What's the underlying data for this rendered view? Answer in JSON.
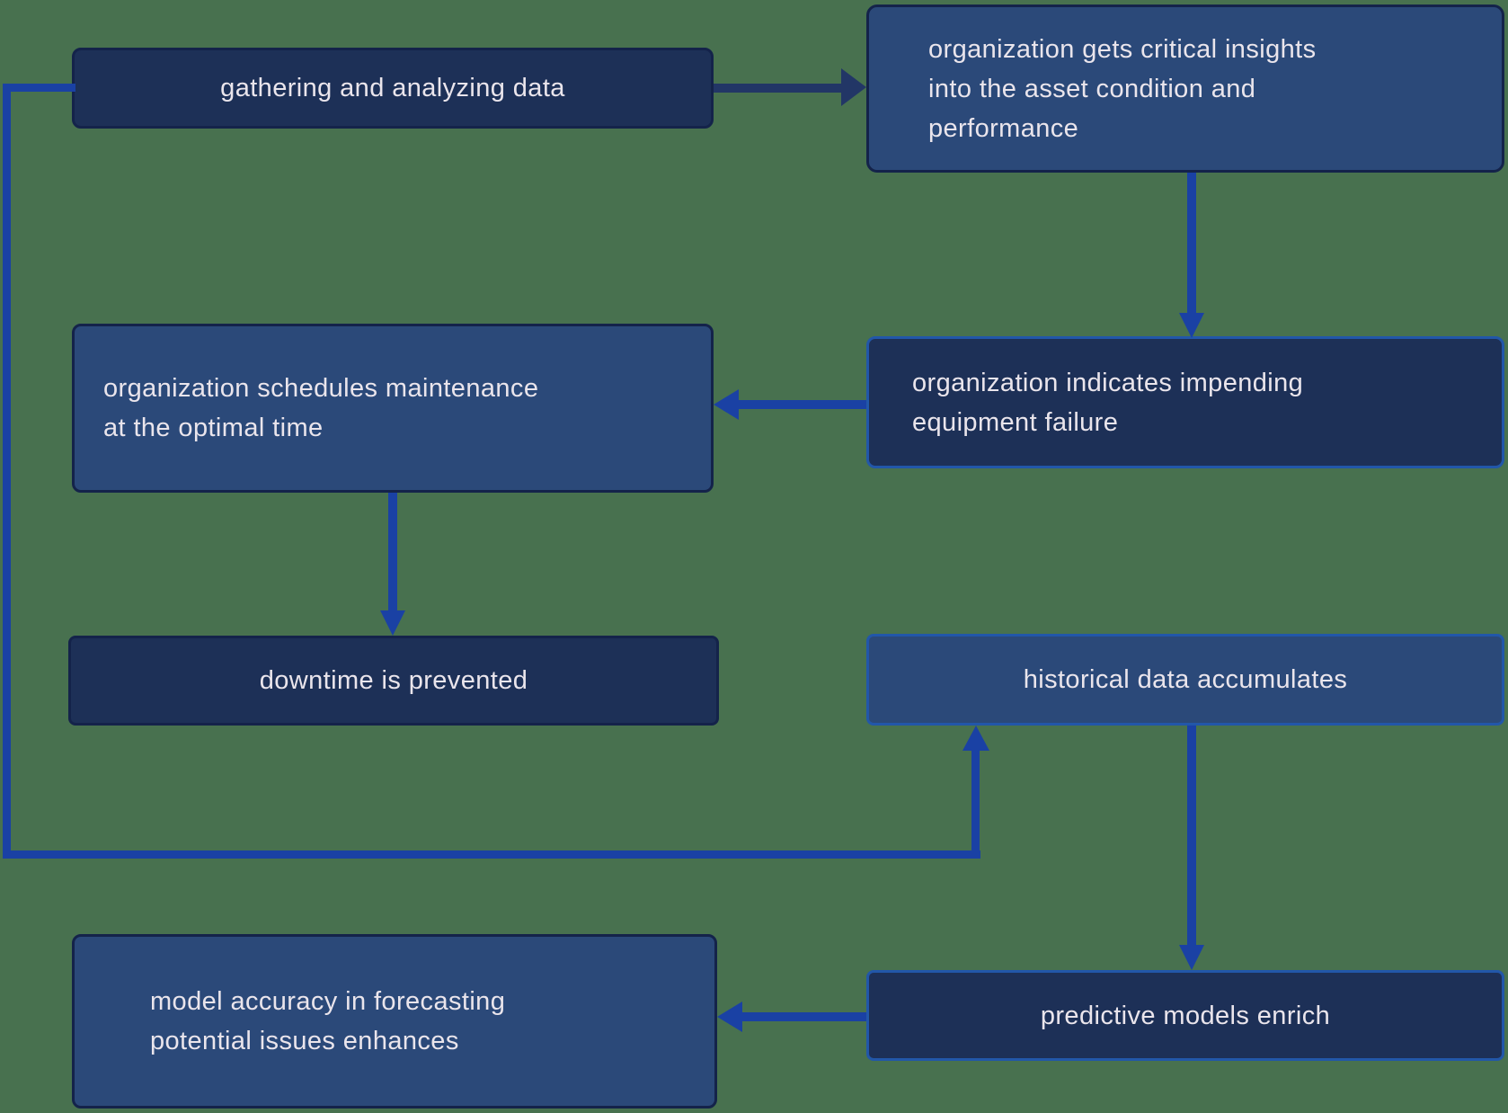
{
  "diagram": {
    "type": "flowchart",
    "background_color": "#48714f",
    "palette": {
      "node_fill_dark_navy": "#1d3057",
      "node_fill_medium_blue": "#2b4979",
      "node_border_dark_navy": "#14234a",
      "node_border_bright_blue": "#2257a9",
      "connector_bright_blue": "#1a41a4",
      "connector_dark_navy": "#223666",
      "text_color": "#eae5ec"
    },
    "nodes": [
      {
        "id": "gathering",
        "label": "gathering and analyzing data",
        "lines": [
          "gathering and analyzing data"
        ]
      },
      {
        "id": "insights",
        "label": "organization gets critical insights into the asset condition and performance",
        "lines": [
          "organization gets critical insights",
          "into the asset condition and",
          "performance"
        ]
      },
      {
        "id": "failure",
        "label": "organization indicates impending equipment failure",
        "lines": [
          "organization indicates impending",
          "equipment failure"
        ]
      },
      {
        "id": "maintenance",
        "label": "organization schedules maintenance at the optimal time",
        "lines": [
          "organization schedules maintenance",
          "at the optimal time"
        ]
      },
      {
        "id": "downtime",
        "label": "downtime is prevented",
        "lines": [
          "downtime is prevented"
        ]
      },
      {
        "id": "historical",
        "label": "historical data accumulates",
        "lines": [
          "historical data accumulates"
        ]
      },
      {
        "id": "predictive",
        "label": "predictive models enrich",
        "lines": [
          "predictive models enrich"
        ]
      },
      {
        "id": "accuracy",
        "label": "model accuracy in forecasting potential issues enhances",
        "lines": [
          "model accuracy in forecasting",
          "potential issues enhances"
        ]
      }
    ],
    "edges": [
      {
        "from": "gathering",
        "to": "insights",
        "direction": "right"
      },
      {
        "from": "insights",
        "to": "failure",
        "direction": "down"
      },
      {
        "from": "failure",
        "to": "maintenance",
        "direction": "left"
      },
      {
        "from": "maintenance",
        "to": "downtime",
        "direction": "down"
      },
      {
        "from": "gathering",
        "to": "historical",
        "direction": "left-down-right-up loop"
      },
      {
        "from": "historical",
        "to": "predictive",
        "direction": "down"
      },
      {
        "from": "predictive",
        "to": "accuracy",
        "direction": "left"
      }
    ]
  }
}
